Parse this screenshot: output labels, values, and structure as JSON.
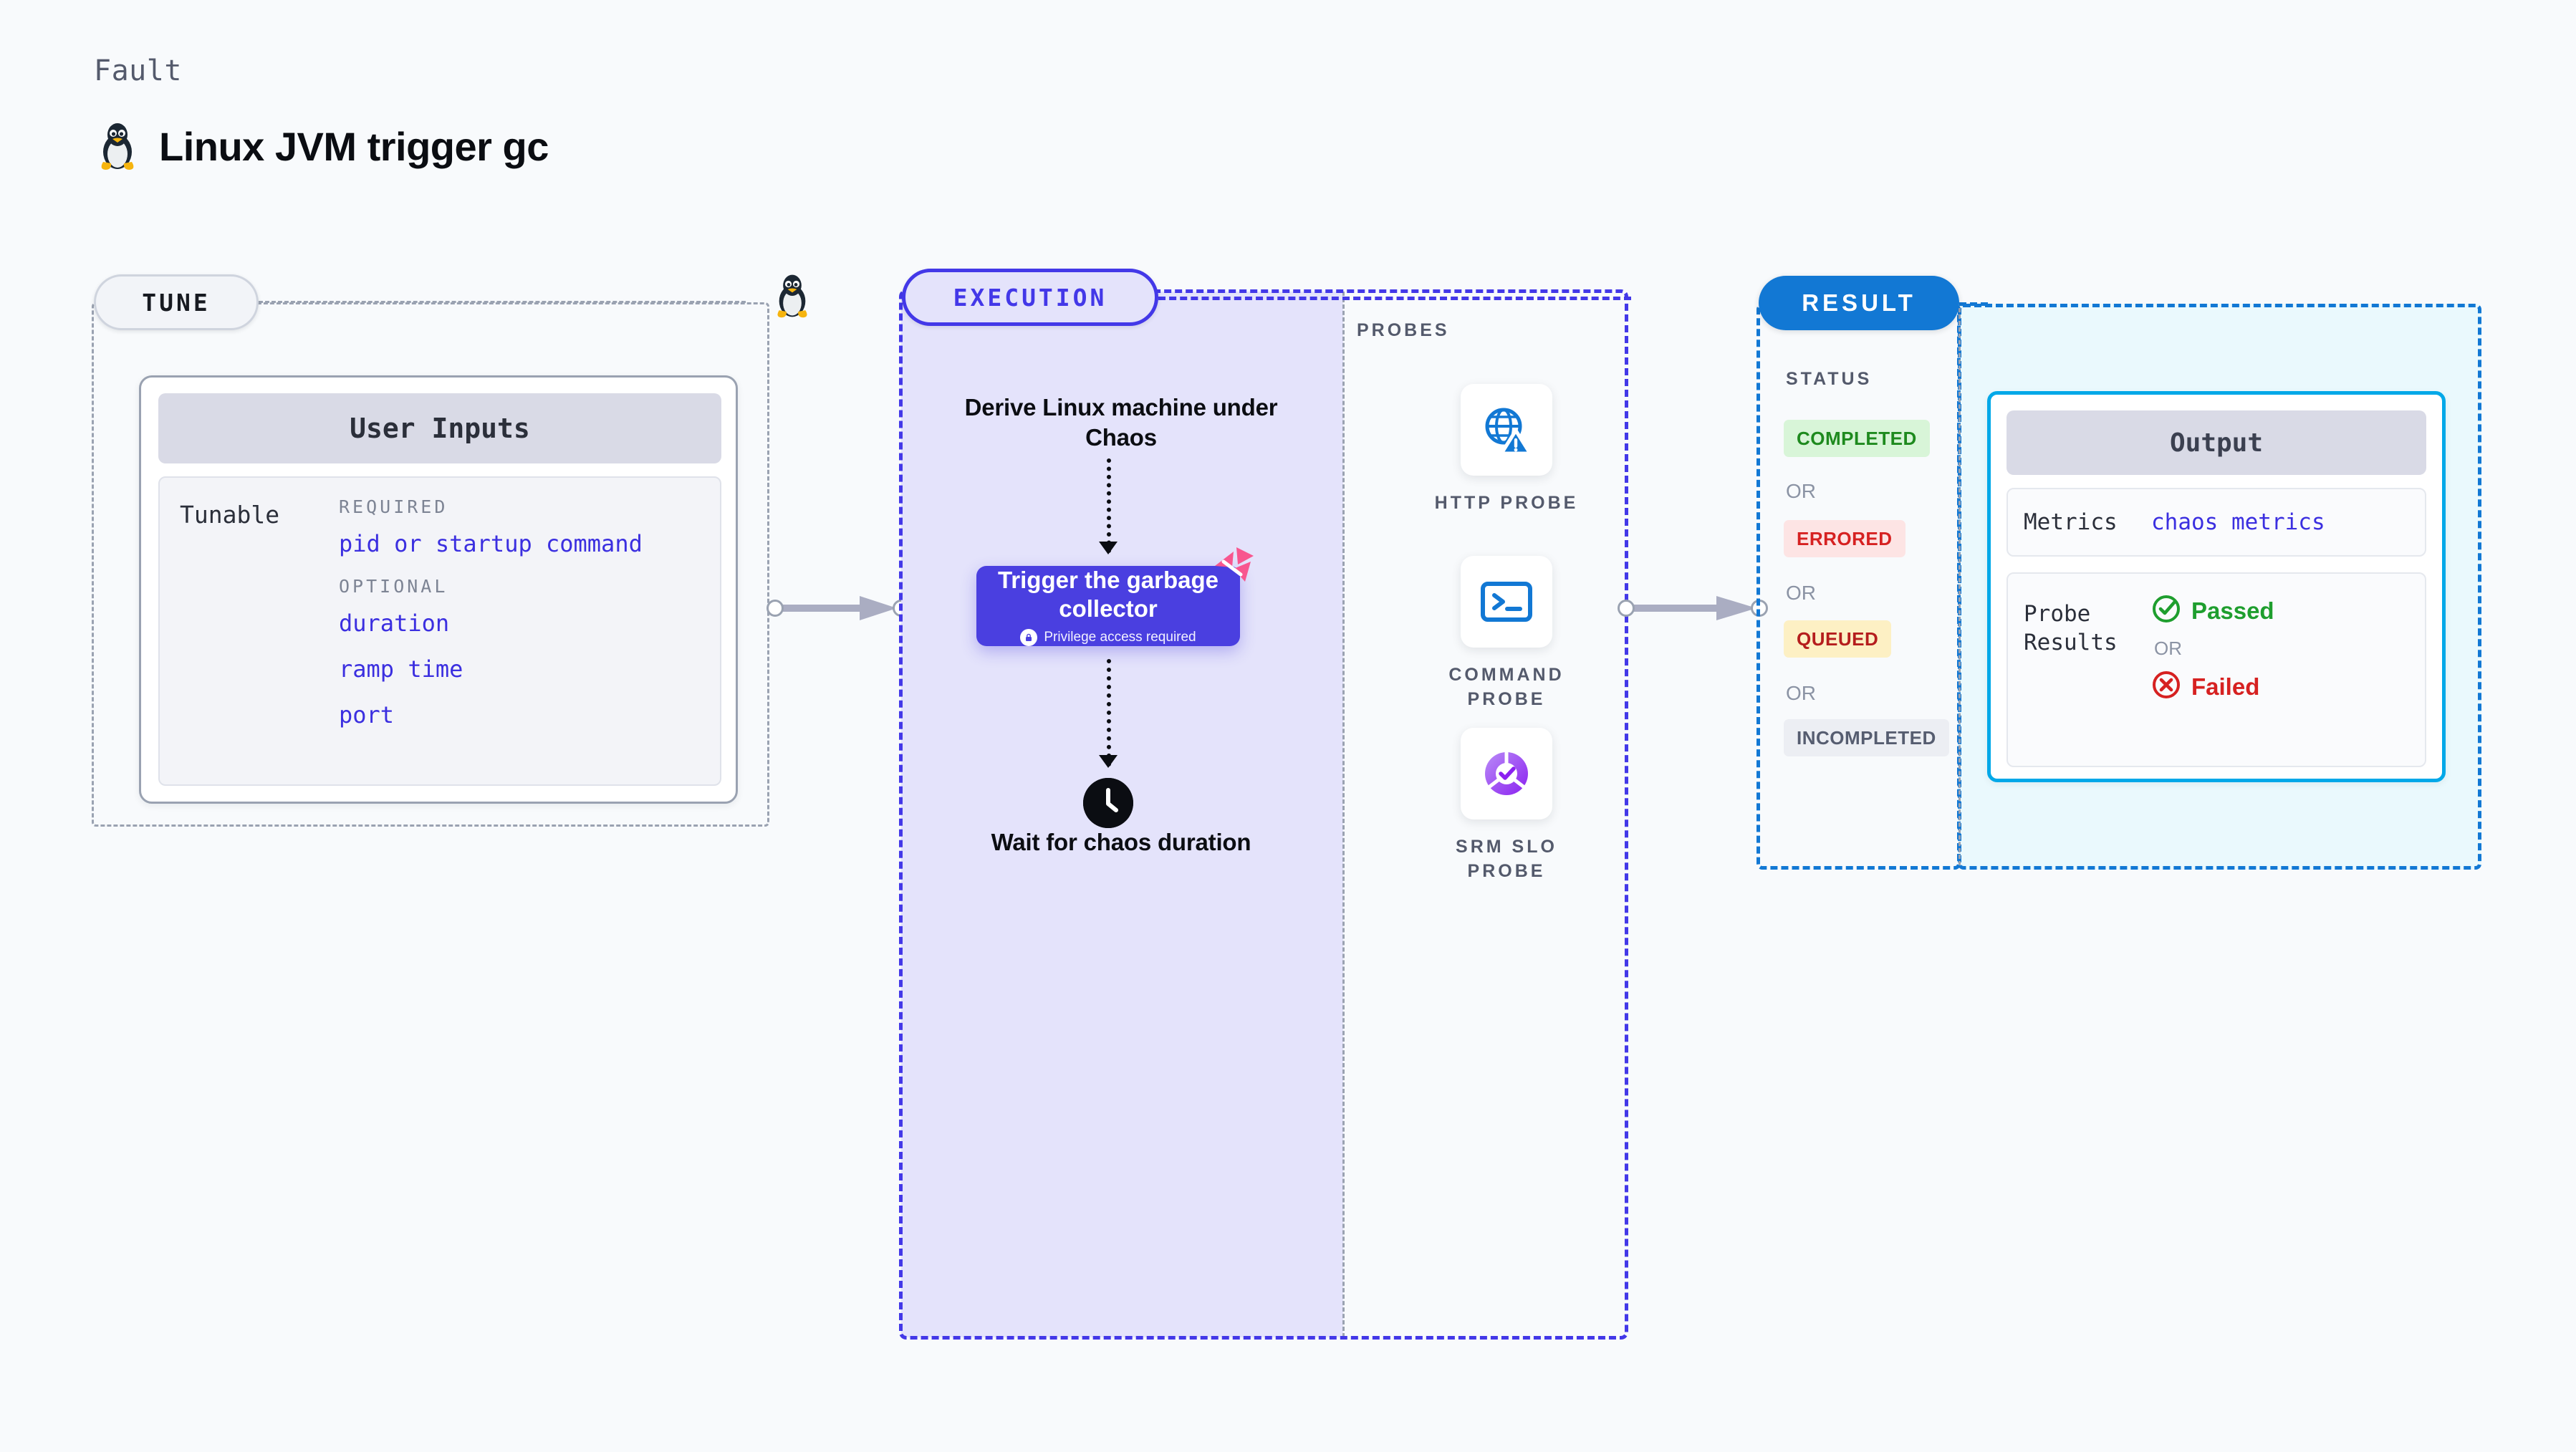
{
  "header": {
    "eyebrow": "Fault",
    "title": "Linux JVM trigger gc",
    "icon": "linux-penguin-icon"
  },
  "tune": {
    "badge": "TUNE",
    "card": {
      "title": "User Inputs",
      "row_label": "Tunable",
      "groups": [
        {
          "title": "REQUIRED",
          "fields": [
            "pid or startup command"
          ]
        },
        {
          "title": "OPTIONAL",
          "fields": [
            "duration",
            "ramp time",
            "port"
          ]
        }
      ]
    }
  },
  "execution": {
    "badge": "EXECUTION",
    "step_1": "Derive Linux machine under Chaos",
    "node": {
      "title": "Trigger the garbage collector",
      "subtitle": "Privilege access required",
      "icon": "lock-icon",
      "ribbon_icon": "litmus-ribbon-icon",
      "color": "#4a3fe0"
    },
    "step_3": "Wait for chaos duration",
    "step_3_icon": "clock-icon"
  },
  "probes": {
    "title": "PROBES",
    "items": [
      {
        "label": "HTTP PROBE",
        "icon": "globe-warning-icon"
      },
      {
        "label": "COMMAND PROBE",
        "icon": "terminal-icon"
      },
      {
        "label": "SRM SLO PROBE",
        "icon": "slo-donut-check-icon"
      }
    ]
  },
  "result": {
    "badge": "RESULT",
    "status_title": "STATUS",
    "or_label": "OR",
    "statuses": [
      {
        "label": "COMPLETED",
        "bg": "#d8f5d8",
        "fg": "#1e8a1e"
      },
      {
        "label": "ERRORED",
        "bg": "#fde4e4",
        "fg": "#d62121"
      },
      {
        "label": "QUEUED",
        "bg": "#fdf0c4",
        "fg": "#b51d1d"
      },
      {
        "label": "INCOMPLETED",
        "bg": "#eceef3",
        "fg": "#565d70"
      }
    ]
  },
  "output": {
    "title": "Output",
    "metrics_key": "Metrics",
    "metrics_value": "chaos metrics",
    "probe_results_key": "Probe Results",
    "passed_label": "Passed",
    "failed_label": "Failed",
    "or_label": "OR",
    "passed_icon": "check-circle-icon",
    "failed_icon": "x-circle-icon"
  },
  "colors": {
    "background": "#f8fafc",
    "accent_purple": "#4338e8",
    "accent_blue": "#1278d4",
    "accent_cyan": "#00a8e8",
    "mono_link": "#3b2fe0"
  }
}
